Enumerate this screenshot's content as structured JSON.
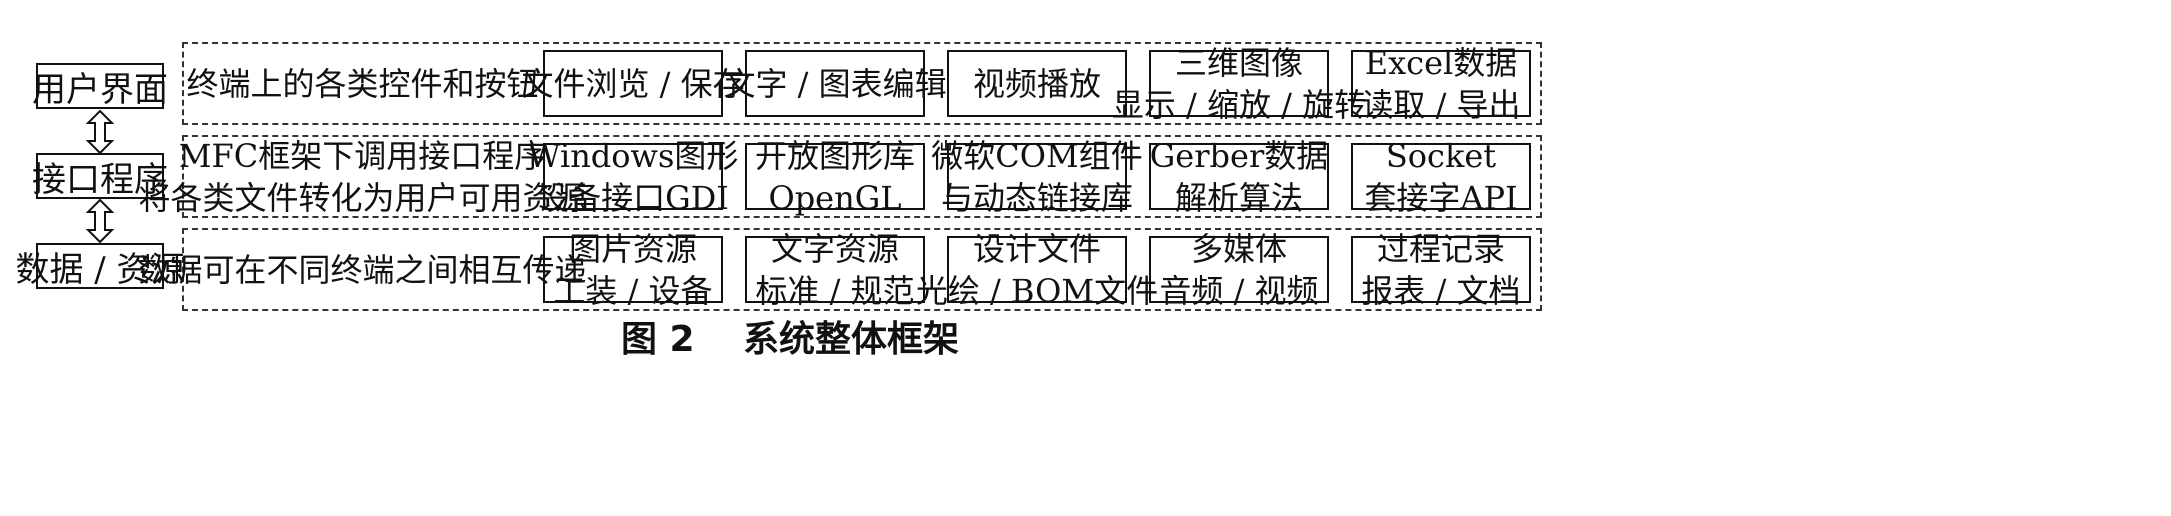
{
  "layers": [
    {
      "label": "用户界面"
    },
    {
      "label": "接口程序"
    },
    {
      "label": "数据 / 资源"
    }
  ],
  "rows": [
    {
      "desc": [
        "终端上的各类控件和按钮"
      ],
      "cells": [
        [
          "文件浏览 / 保存"
        ],
        [
          "文字 / 图表编辑"
        ],
        [
          "视频播放"
        ],
        [
          "三维图像",
          "显示 / 缩放 / 旋转"
        ],
        [
          "Excel数据",
          "读取 / 导出"
        ]
      ]
    },
    {
      "desc": [
        "MFC框架下调用接口程序",
        "将各类文件转化为用户可用资源"
      ],
      "cells": [
        [
          "Windows图形",
          "设备接口GDI"
        ],
        [
          "开放图形库",
          "OpenGL"
        ],
        [
          "微软COM组件",
          "与动态链接库"
        ],
        [
          "Gerber数据",
          "解析算法"
        ],
        [
          "Socket",
          "套接字API"
        ]
      ]
    },
    {
      "desc": [
        "数据可在不同终端之间相互传递"
      ],
      "cells": [
        [
          "图片资源",
          "工装 / 设备"
        ],
        [
          "文字资源",
          "标准 / 规范"
        ],
        [
          "设计文件",
          "光绘 / BOM文件"
        ],
        [
          "多媒体",
          "音频 / 视频"
        ],
        [
          "过程记录",
          "报表 / 文档"
        ]
      ]
    }
  ],
  "caption": "图 2　 系统整体框架"
}
